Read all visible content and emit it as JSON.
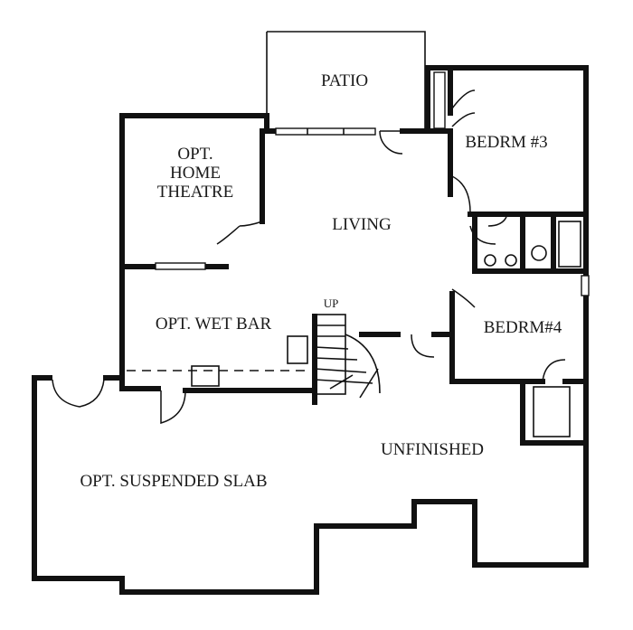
{
  "rooms": {
    "patio": "PATIO",
    "bedroom3": "BEDRM #3",
    "home_theatre_line1": "OPT.",
    "home_theatre_line2": "HOME",
    "home_theatre_line3": "THEATRE",
    "living": "LIVING",
    "wet_bar": "OPT. WET BAR",
    "bedroom4": "BEDRM#4",
    "unfinished": "UNFINISHED",
    "suspended_slab": "OPT. SUSPENDED SLAB"
  },
  "stair_label": "UP"
}
